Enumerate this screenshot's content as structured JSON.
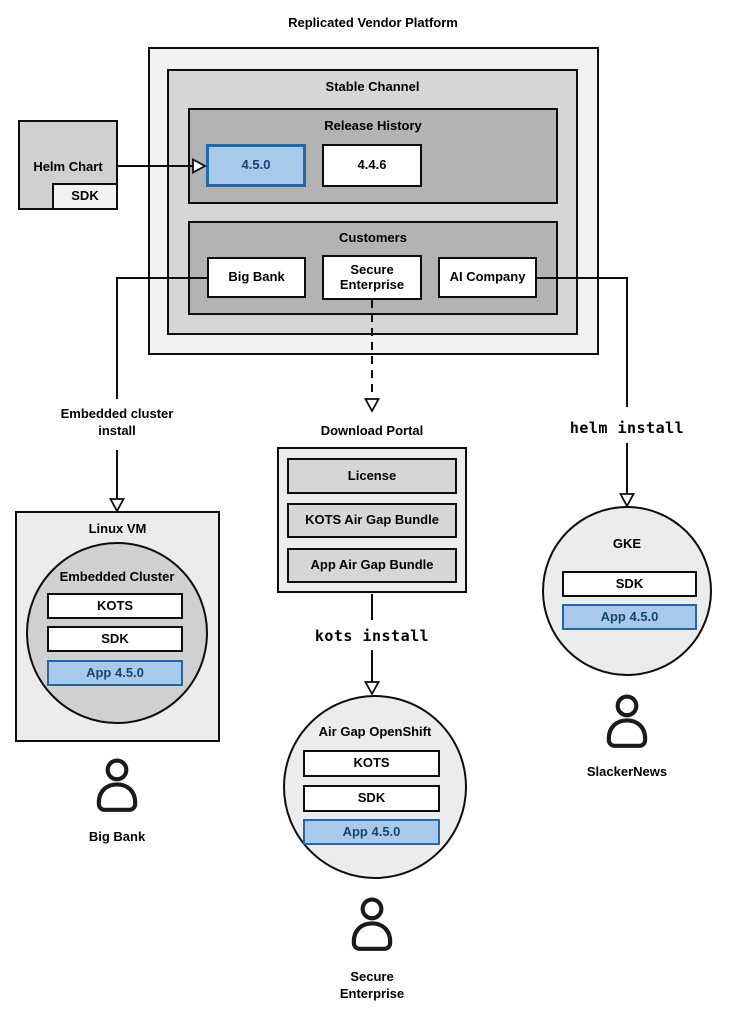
{
  "platform": {
    "title": "Replicated Vendor Platform",
    "channel_title": "Stable Channel",
    "release_history": {
      "title": "Release History",
      "releases": [
        {
          "version": "4.5.0",
          "highlighted": true
        },
        {
          "version": "4.4.6",
          "highlighted": false
        }
      ]
    },
    "customers": {
      "title": "Customers",
      "items": [
        {
          "name": "Big Bank"
        },
        {
          "name": "Secure Enterprise"
        },
        {
          "name": "AI Company"
        }
      ]
    }
  },
  "helm_chart": {
    "label": "Helm Chart",
    "sdk_label": "SDK"
  },
  "flow_labels": {
    "embedded_install": "Embedded cluster install",
    "kots_install": "kots install",
    "helm_install": "helm install"
  },
  "download_portal": {
    "title": "Download Portal",
    "items": [
      {
        "label": "License"
      },
      {
        "label": "KOTS Air Gap Bundle"
      },
      {
        "label": "App Air Gap Bundle"
      }
    ]
  },
  "linux_vm": {
    "title": "Linux VM",
    "cluster_title": "Embedded Cluster",
    "components": [
      {
        "label": "KOTS",
        "highlighted": false
      },
      {
        "label": "SDK",
        "highlighted": false
      },
      {
        "label": "App 4.5.0",
        "highlighted": true
      }
    ],
    "user": "Big Bank"
  },
  "openshift": {
    "title": "Air Gap OpenShift",
    "components": [
      {
        "label": "KOTS",
        "highlighted": false
      },
      {
        "label": "SDK",
        "highlighted": false
      },
      {
        "label": "App 4.5.0",
        "highlighted": true
      }
    ],
    "user": "Secure Enterprise"
  },
  "gke": {
    "title": "GKE",
    "components": [
      {
        "label": "SDK",
        "highlighted": false
      },
      {
        "label": "App 4.5.0",
        "highlighted": true
      }
    ],
    "user": "SlackerNews"
  },
  "colors": {
    "highlight_fill": "#a9c9ea",
    "highlight_border": "#2268a9",
    "highlight_text": "#17456e",
    "gray_dark": "#b3b3b3",
    "gray_mid": "#d6d6d6",
    "gray_light": "#ececec",
    "platform_bg": "#f2f2f2",
    "line": "#0d0d0d"
  }
}
